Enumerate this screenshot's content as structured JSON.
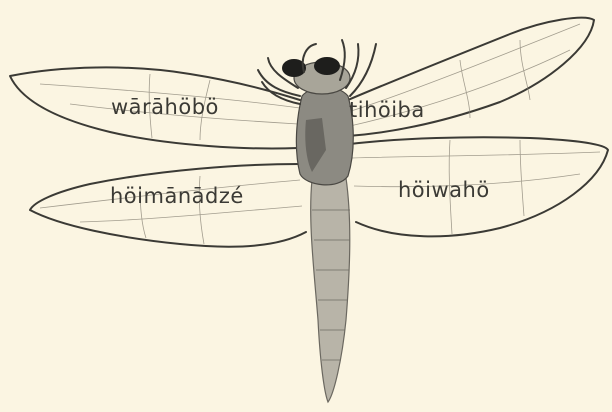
{
  "colors": {
    "paper": "#fbf5e2",
    "ink": "#3b3a35",
    "body_shading": "#8c8a82",
    "eyes": "#1e1e1c"
  },
  "wings": {
    "fore_left": {
      "label": "wārāhöbö"
    },
    "fore_right": {
      "label": "tihöiba"
    },
    "hind_left": {
      "label": "höimānādzé"
    },
    "hind_right": {
      "label": "höiwahö"
    }
  }
}
